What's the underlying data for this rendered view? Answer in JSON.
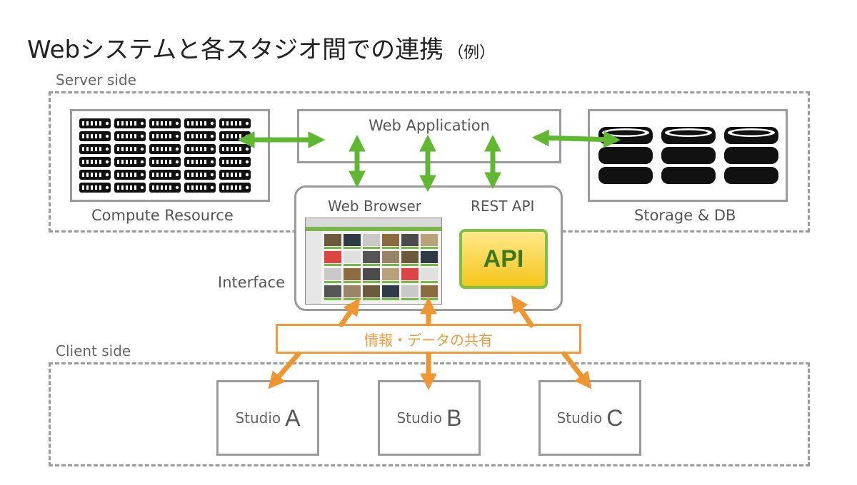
{
  "title": {
    "main": "Webシステムと各スタジオ間での連携",
    "suffix": "（例）"
  },
  "server_side": {
    "label": "Server side",
    "compute": {
      "label": "Compute Resource"
    },
    "web_app": {
      "label": "Web Application"
    },
    "storage": {
      "label": "Storage & DB"
    }
  },
  "interface": {
    "label": "Interface",
    "web_browser": "Web Browser",
    "rest_api": "REST API",
    "api_button": "API"
  },
  "share_bar": {
    "label": "情報・データの共有"
  },
  "client_side": {
    "label": "Client side",
    "studios": [
      {
        "name": "Studio",
        "letter": "A"
      },
      {
        "name": "Studio",
        "letter": "B"
      },
      {
        "name": "Studio",
        "letter": "C"
      }
    ]
  },
  "colors": {
    "green_arrow": "#5fb830",
    "orange_arrow": "#f0962e",
    "border_gray": "#9a9a9a"
  }
}
